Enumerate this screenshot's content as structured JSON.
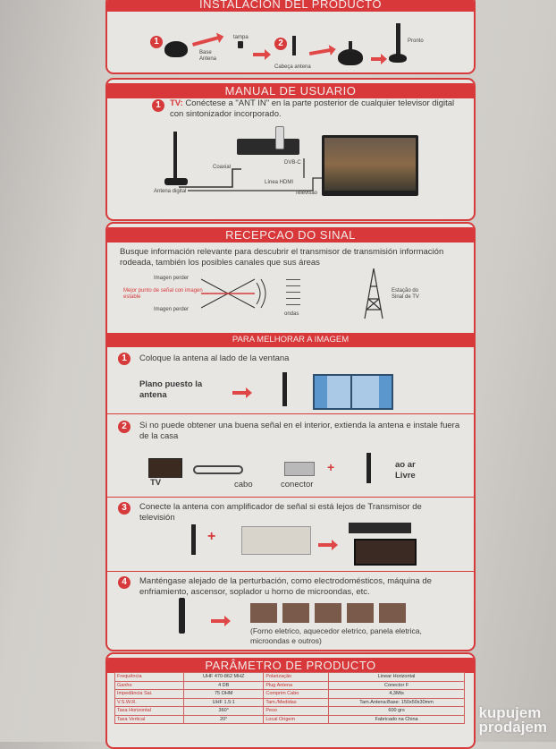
{
  "install": {
    "title": "INSTALACIÓN DEL PRODUCTO",
    "step1": "1",
    "step2": "2",
    "tampa": "tampa",
    "base": "Base\nAntena",
    "cabeca": "Cabeça antena",
    "pronto": "Pronto"
  },
  "manual": {
    "title": "MANUAL DE USUARIO",
    "num": "1",
    "tv_label": "TV:",
    "instruction": "Conéctese a \"ANT IN\" en la parte posterior de cualquier televisor digital con sintonizador incorporado.",
    "antena_digital": "Antena digital",
    "coaxial": "Coaxial",
    "dvbc": "DVB-C",
    "linea_hdmi": "Línea HDMI",
    "televisao": "Televisão"
  },
  "recepcao": {
    "title": "RECEPCAO DO SINAL",
    "text": "Busque información relevante para descubrir el transmisor de transmisión información rodeada, también los posibles canales que sus áreas",
    "imagen_perder_1": "Imagen perder",
    "mejor_punto": "Mejor punto de señal con imagen estable",
    "imagen_perder_2": "Imagen perder",
    "ondas": "ondas",
    "estacao": "Estação do Sinal de TV"
  },
  "melhorar": {
    "title": "PARA MELHORAR A IMAGEM",
    "s1_num": "1",
    "s1_text": "Coloque la antena al lado de la ventana",
    "s1_label": "Plano puesto la antena",
    "s2_num": "2",
    "s2_text": "Si no puede obtener una buena señal en el interior, extienda la antena e instale fuera de la casa",
    "s2_tv": "TV",
    "s2_cabo": "cabo",
    "s2_conector": "conector",
    "s2_plus": "+",
    "s2_ao_ar": "ao ar Livre",
    "s3_num": "3",
    "s3_text": "Conecte la antena con amplificador de señal si está lejos de Transmisor de televisión",
    "s3_plus": "+",
    "s4_num": "4",
    "s4_text": "Manténgase alejado de la perturbación, como electrodomésticos, máquina de enfriamiento, ascensor, soplador u horno de microondas, etc.",
    "s4_note": "(Forno eletrico, aquecedor eletrico, panela eletrica, microondas e outros)"
  },
  "parametro": {
    "title": "PARÂMETRO DE PRODUCTO",
    "rows": [
      [
        "Frequência",
        "UHF 470-862 MHZ",
        "Polarização",
        "Linear Horizontal"
      ],
      [
        "Ganho",
        "4 DB",
        "Plug Antena",
        "Conector F"
      ],
      [
        "Impedância Sai.",
        "75 OHM",
        "Comprim Cabo",
        "4,3Mts"
      ],
      [
        "V.S.W.R.",
        "UHF 1.5:1",
        "Tam./Medidas",
        "Tam.Antena:Base: 150x50x30mm"
      ],
      [
        "Taxa Horizontal",
        "360°",
        "Peso",
        "600 grs"
      ],
      [
        "Taxa Vertical",
        "20°",
        "Local Origem",
        "Fabricado na China"
      ]
    ]
  },
  "watermark": {
    "line1": "kupujem",
    "line2": "prodajem"
  },
  "colors": {
    "accent_red": "#d63a3a",
    "panel_bg": "#e8e6e3"
  }
}
